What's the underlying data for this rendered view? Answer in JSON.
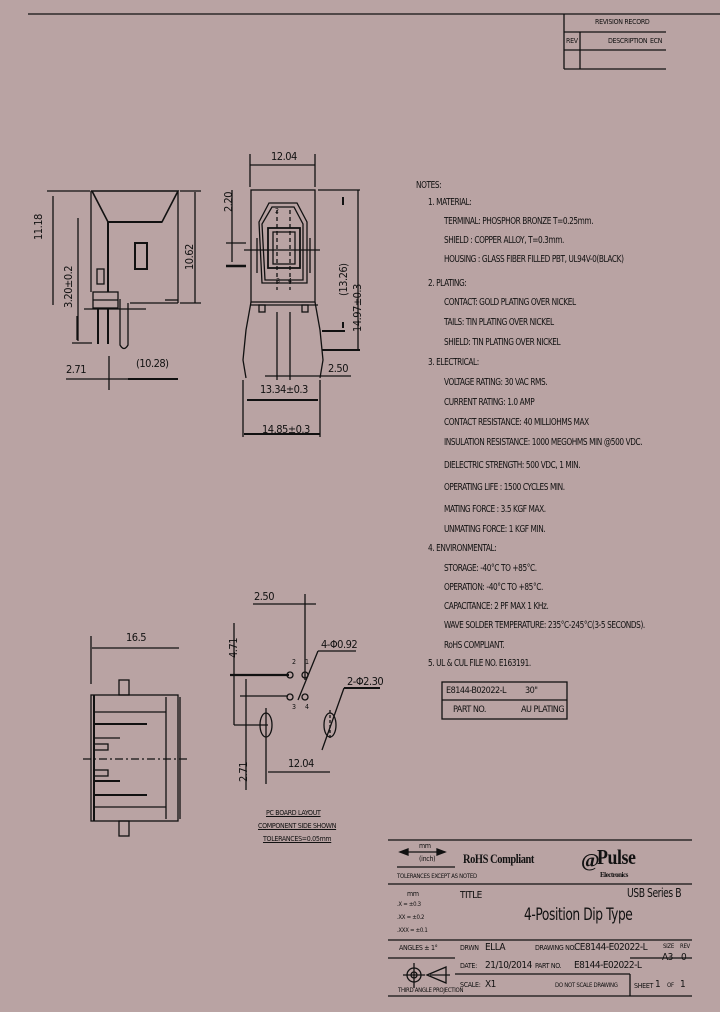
{
  "sheet": {
    "background": "#b9a3a3",
    "line_color": "#111111"
  },
  "revision_record": {
    "title": "REVISION RECORD",
    "columns": [
      "REV",
      "DESCRIPTION",
      "ECN"
    ],
    "rows": []
  },
  "side_view": {
    "dims": {
      "overall_height": "11.18",
      "pin_offset": "3.20±0.2",
      "body_height": "10.62",
      "pin_pitch_left": "2.71",
      "depth": "(10.28)"
    }
  },
  "front_view": {
    "dims": {
      "width_top": "12.04",
      "top_offset": "2.20",
      "inner_height": "(13.26)",
      "overall_height": "14.97±0.3",
      "pin_pitch": "2.50",
      "inner_width": "13.34±0.3",
      "outer_width": "14.85±0.3"
    },
    "pin_labels": [
      "2",
      "1",
      "3",
      "4"
    ]
  },
  "bottom_view": {
    "dims": {
      "length": "16.5"
    }
  },
  "pcb_layout": {
    "dims": {
      "pin_pitch": "2.50",
      "top_height": "4.71",
      "bottom_height": "2.71",
      "hole_spacing": "12.04",
      "small_holes": "4-Φ0.92",
      "large_holes": "2-Φ2.30"
    },
    "pin_labels": [
      "2",
      "1",
      "3",
      "4"
    ],
    "caption": [
      "PC BOARD LAYOUT",
      "COMPONENT SIDE SHOWN",
      "TOLERANCES=0.05mm"
    ]
  },
  "notes": {
    "heading": "NOTES:",
    "sections": [
      {
        "title": "1. MATERIAL:",
        "items": [
          "TERMINAL: PHOSPHOR BRONZE T=0.25mm.",
          "SHIELD  : COPPER ALLOY, T=0.3mm.",
          "HOUSING : GLASS FIBER FILLED PBT, UL94V-0(BLACK)"
        ]
      },
      {
        "title": "2. PLATING:",
        "items": [
          "CONTACT: GOLD PLATING OVER NICKEL",
          "TAILS: TIN PLATING OVER NICKEL",
          "SHIELD: TIN PLATING OVER NICKEL"
        ]
      },
      {
        "title": "3. ELECTRICAL:",
        "items": [
          "VOLTAGE RATING: 30 VAC RMS.",
          "CURRENT RATING: 1.0 AMP",
          "CONTACT RESISTANCE: 40 MILLIOHMS MAX",
          "INSULATION RESISTANCE: 1000 MEGOHMS MIN @500 VDC.",
          "DIELECTRIC STRENGTH: 500 VDC, 1 MIN.",
          "OPERATING LIFE : 1500 CYCLES MIN.",
          "MATING FORCE  : 3.5 KGF MAX.",
          "UNMATING FORCE: 1 KGF MIN."
        ]
      },
      {
        "title": "4. ENVIRONMENTAL:",
        "items": [
          "STORAGE: -40°C TO +85°C.",
          "OPERATION: -40°C TO +85°C.",
          "CAPACITANCE: 2 PF MAX 1 KHz.",
          "WAVE SOLDER TEMPERATURE: 235°C-245°C(3-5 SECONDS).",
          "RoHS COMPLIANT."
        ]
      },
      {
        "title": "5. UL & CUL FILE NO. E163191.",
        "items": []
      }
    ]
  },
  "part_table": {
    "rows": [
      {
        "part_no": "E8144-B02022-L",
        "plating": "30\""
      },
      {
        "part_no": "PART NO.",
        "plating": "AU PLATING"
      }
    ]
  },
  "title_block": {
    "unit_label": "mm",
    "unit_sub": "(inch)",
    "tolerance_caption": "TOLERANCES EXCEPT AS NOTED",
    "rohs": "RoHS Compliant",
    "brand": "Pulse",
    "brand_sub": "Electronics",
    "brand_mark": "@",
    "tolerances": [
      {
        "label": "mm",
        "value": ""
      },
      {
        "label": ".X = ±0.3",
        "value": "±"
      },
      {
        "label": ".XX = ±0.2",
        "value": "±"
      },
      {
        "label": ".XXX = ±0.1",
        "value": "±"
      }
    ],
    "angles": "ANGLES ± 1°",
    "projection": "THIRD ANGLE PROJECTION",
    "title_label": "TITLE",
    "series": "USB Series B",
    "title": "4-Position Dip Type",
    "drwn_label": "DRWN",
    "drwn": "ELLA",
    "date_label": "DATE:",
    "date": "21/10/2014",
    "scale_label": "SCALE:",
    "scale": "X1",
    "drawing_no_label": "DRAWING NO.",
    "drawing_no": "CE8144-E02022-L",
    "part_no_label": "PART NO.",
    "part_no": "E8144-E02022-L",
    "do_not_scale": "DO NOT SCALE DRAWING",
    "size_label": "SIZE",
    "size": "A3",
    "rev_label": "REV",
    "rev": "0",
    "sheet_label": "SHEET",
    "sheet": "1",
    "of_label": "OF",
    "of": "1"
  }
}
